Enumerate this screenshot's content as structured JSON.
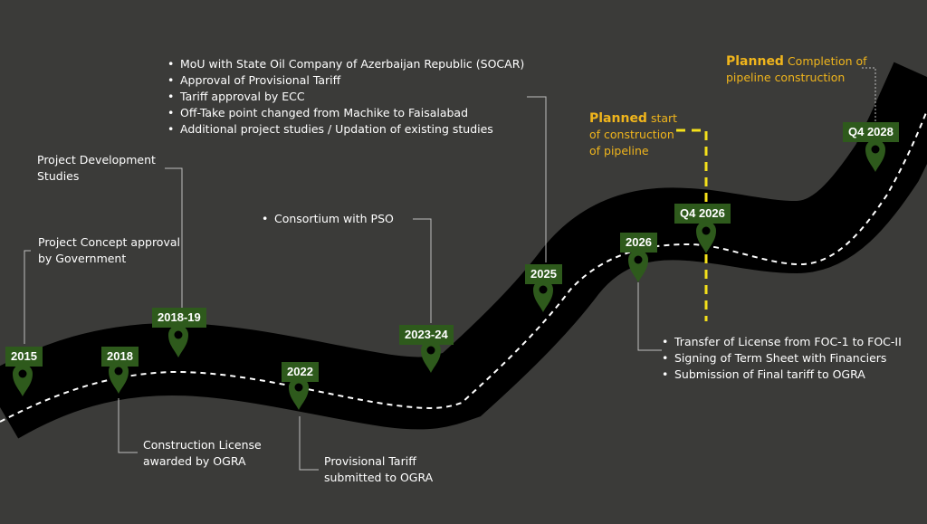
{
  "colors": {
    "background": "#3b3b39",
    "road": "#000000",
    "milestone_badge": "#2e5a1c",
    "milestone_pin": "#2e5a1c",
    "planned_text": "#f0b51c",
    "planned_marker": "#f5e11a",
    "text": "#ffffff",
    "connector": "#bfbfbf"
  },
  "milestones": [
    {
      "label": "2015"
    },
    {
      "label": "2018"
    },
    {
      "label": "2018-19"
    },
    {
      "label": "2022"
    },
    {
      "label": "2023-24"
    },
    {
      "label": "2025"
    },
    {
      "label": "2026"
    },
    {
      "label": "Q4 2026"
    },
    {
      "label": "Q4 2028"
    }
  ],
  "notes": {
    "n2015": [
      "Project Concept approval",
      "by Government"
    ],
    "n2018": [
      "Construction License",
      "awarded by OGRA"
    ],
    "n2018_19": [
      "Project Development",
      "Studies"
    ],
    "n2022": [
      "Provisional Tariff",
      "submitted to OGRA"
    ],
    "n2023_24": [
      "Consortium with PSO"
    ],
    "n2025": [
      "MoU with State Oil Company of Azerbaijan Republic (SOCAR)",
      "Approval of Provisional Tariff",
      "Tariff approval by ECC",
      "Off-Take point changed from Machike to Faisalabad",
      "Additional project studies / Updation of existing studies"
    ],
    "n2026": [
      "Transfer of License from FOC-1 to FOC-II",
      "Signing of Term Sheet with Financiers",
      "Submission of Final tariff to OGRA"
    ]
  },
  "planned": {
    "start": {
      "bold": "Planned",
      "rest1": " start",
      "line2": "of construction",
      "line3": "of pipeline"
    },
    "completion": {
      "bold": "Planned",
      "rest1": " Completion of",
      "line2": "pipeline construction"
    }
  }
}
